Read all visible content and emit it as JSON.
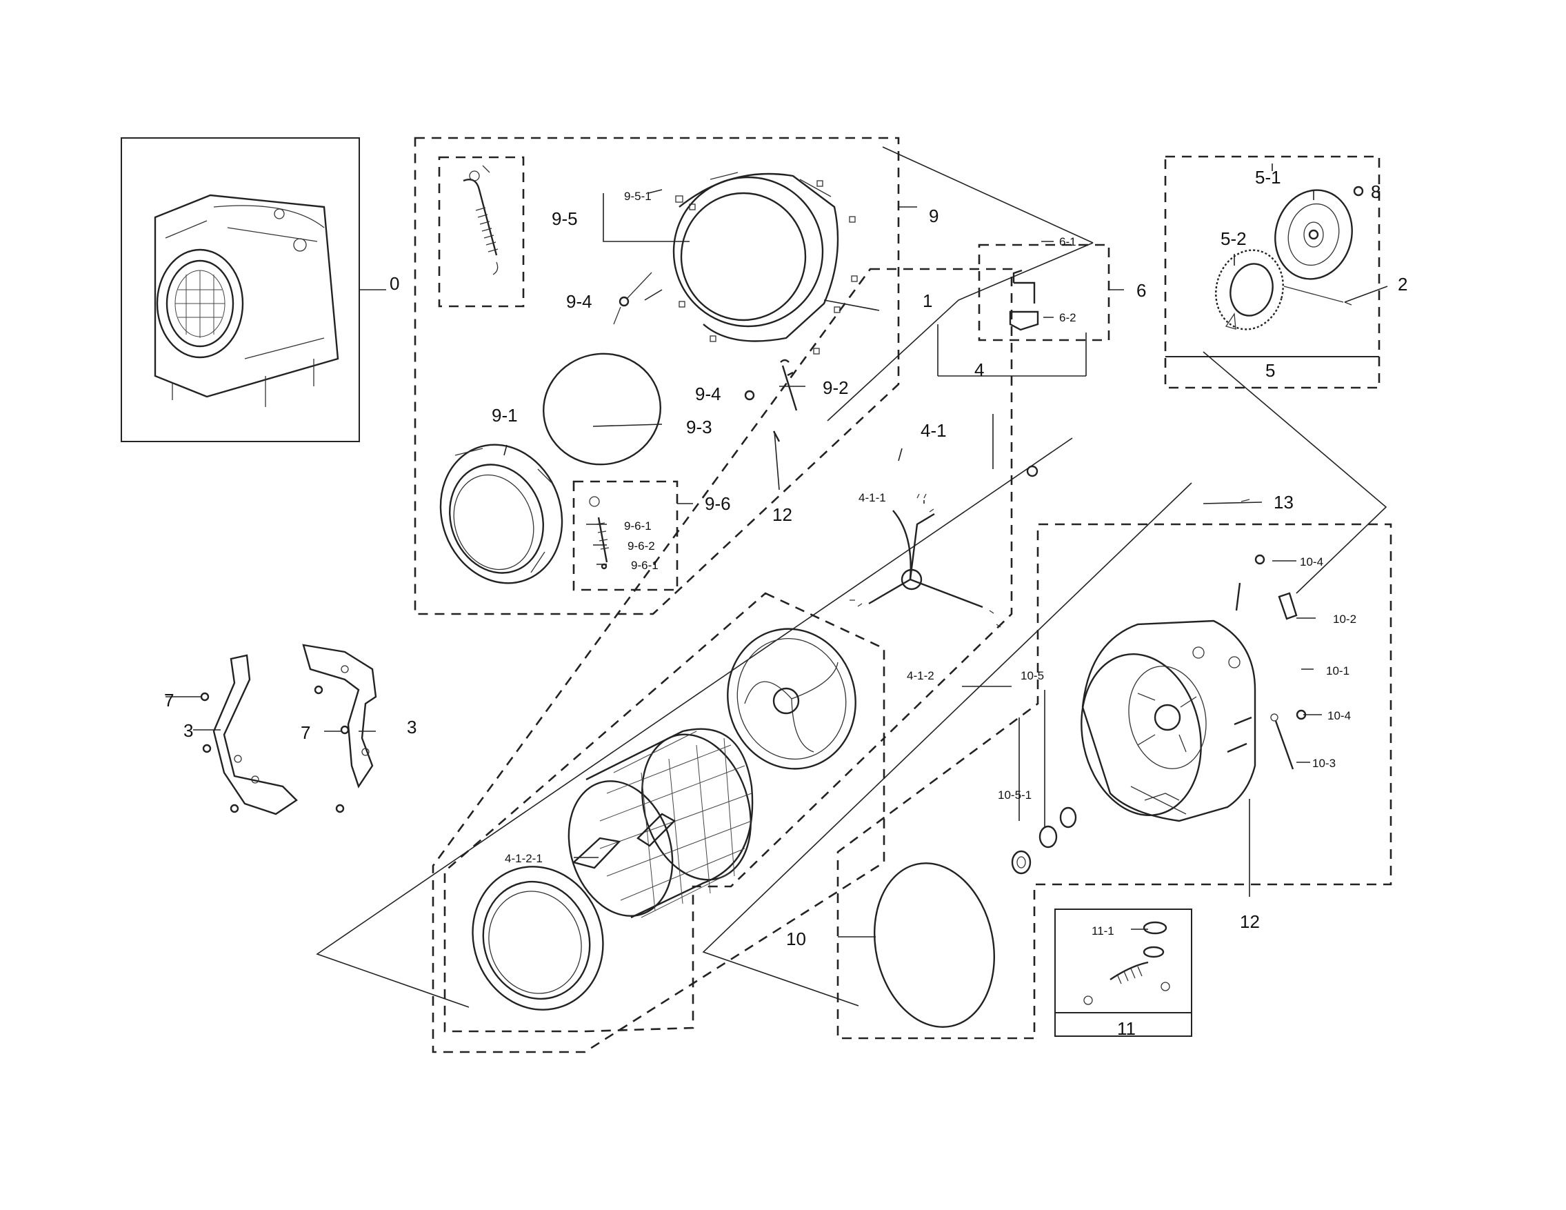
{
  "colors": {
    "ink": "#222222",
    "background": "#ffffff"
  },
  "callouts": {
    "c0": "0",
    "c1": "1",
    "c2": "2",
    "c3a": "3",
    "c3b": "3",
    "c4": "4",
    "c4_1": "4-1",
    "c4_1_1": "4-1-1",
    "c4_1_2": "4-1-2",
    "c4_1_2_1": "4-1-2-1",
    "c5": "5",
    "c5_1": "5-1",
    "c5_2": "5-2",
    "c6": "6",
    "c6_1": "6-1",
    "c6_2": "6-2",
    "c7a": "7",
    "c7b": "7",
    "c8": "8",
    "c9": "9",
    "c9_1": "9-1",
    "c9_2": "9-2",
    "c9_3": "9-3",
    "c9_4a": "9-4",
    "c9_4b": "9-4",
    "c9_5": "9-5",
    "c9_5_1": "9-5-1",
    "c9_6": "9-6",
    "c9_6_1a": "9-6-1",
    "c9_6_2": "9-6-2",
    "c9_6_1b": "9-6-1",
    "c10": "10",
    "c10_1": "10-1",
    "c10_2": "10-2",
    "c10_3": "10-3",
    "c10_4a": "10-4",
    "c10_4b": "10-4",
    "c10_5": "10-5",
    "c10_5_1": "10-5-1",
    "c11": "11",
    "c11_1": "11-1",
    "c12a": "12",
    "c12b": "12",
    "c13": "13"
  }
}
